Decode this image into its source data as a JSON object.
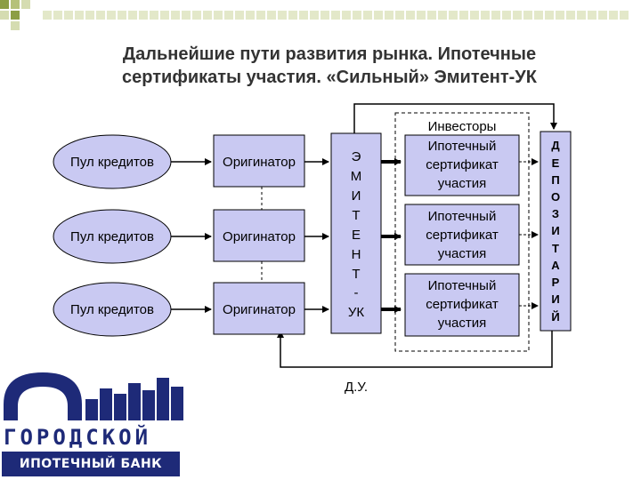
{
  "title": {
    "line1": "Дальнейшие пути развития рынка. Ипотечные",
    "line2": "сертификаты участия. «Сильный» Эмитент-УК"
  },
  "pools": [
    "Пул кредитов",
    "Пул кредитов",
    "Пул кредитов"
  ],
  "originators": [
    "Оригинатор",
    "Оригинатор",
    "Оригинатор"
  ],
  "emitent_letters": [
    "Э",
    "М",
    "И",
    "Т",
    "Е",
    "Н",
    "Т",
    "-",
    "УК"
  ],
  "investors_label": "Инвесторы",
  "certificates": [
    [
      "Ипотечный",
      "сертификат",
      "участия"
    ],
    [
      "Ипотечный",
      "сертификат",
      "участия"
    ],
    [
      "Ипотечный",
      "сертификат",
      "участия"
    ]
  ],
  "depositary_letters": [
    "Д",
    "Е",
    "П",
    "О",
    "З",
    "И",
    "Т",
    "А",
    "Р",
    "И",
    "Й"
  ],
  "du_label": "Д.У.",
  "logo": {
    "word": "ГОРОДСКОЙ",
    "bar": "ИПОТЕЧНЫЙ БАНК"
  },
  "colors": {
    "node_fill": "#c9c9f2",
    "title": "#333333",
    "logo_blue": "#1e2a78",
    "square_green": "#8c9e45"
  }
}
